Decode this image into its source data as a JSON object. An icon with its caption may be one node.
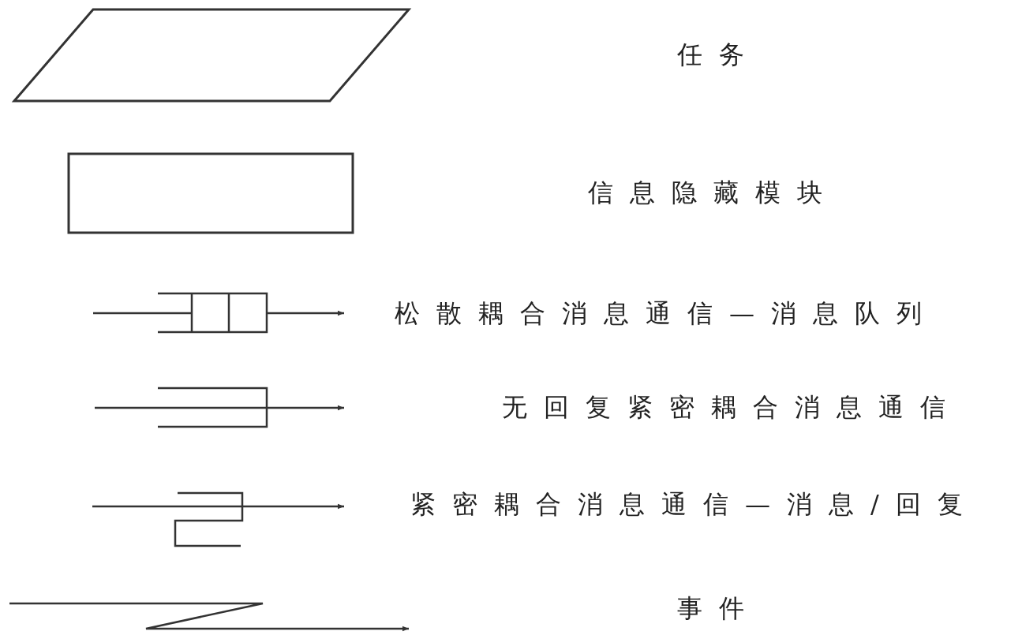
{
  "diagram": {
    "nodes": [
      {
        "text": [],
        "shape": "parallelogram"
      },
      {
        "text": [],
        "shape": "box"
      }
    ],
    "legend": [
      {
        "text": "任务"
      },
      {
        "text": "信息隐藏模块"
      },
      {
        "text": "松散耦合消息通信—消息队列"
      },
      {
        "text": "无回复紧密耦合消息通信"
      },
      {
        "text": "紧密耦合消息通信—消息/回复"
      },
      {
        "text": "事件"
      }
    ]
  }
}
